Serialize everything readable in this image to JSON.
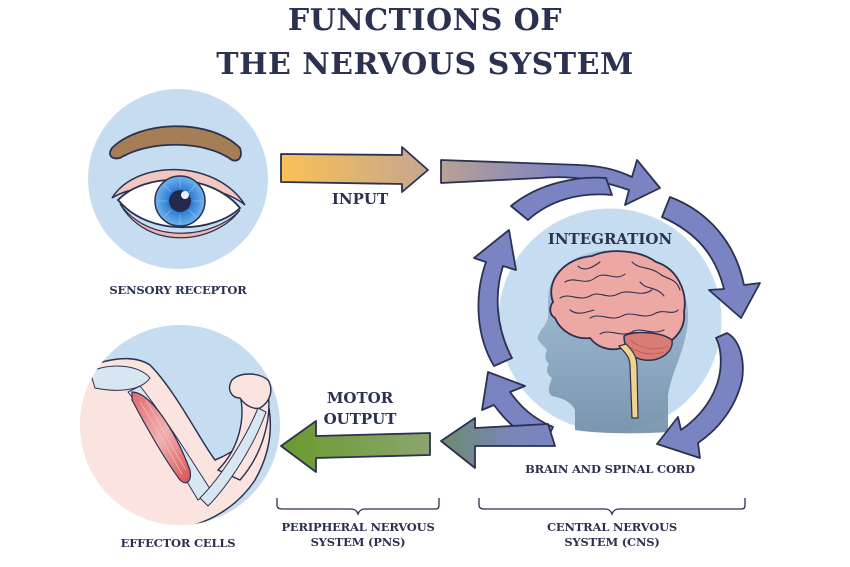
{
  "title": {
    "line1": "FUNCTIONS OF",
    "line2": "THE NERVOUS SYSTEM"
  },
  "nodes": {
    "sensory_receptor": "SENSORY RECEPTOR",
    "effector_cells": "EFFECTOR CELLS",
    "integration": "INTEGRATION",
    "brain_spinal_cord": "BRAIN AND SPINAL CORD"
  },
  "arrows": {
    "input": "INPUT",
    "motor_output_line1": "MOTOR",
    "motor_output_line2": "OUTPUT"
  },
  "brackets": {
    "pns_line1": "PERIPHERAL NERVOUS",
    "pns_line2": "SYSTEM (PNS)",
    "cns_line1": "CENTRAL NERVOUS",
    "cns_line2": "SYSTEM (CNS)"
  },
  "icons": {
    "eye": "eye-icon",
    "brain": "brain-icon",
    "arm": "flexed-arm-icon"
  },
  "colors": {
    "text": "#2b3150",
    "circle_bg": "#c6dcf0",
    "cycle_arrow": "#7b84c2",
    "input_start": "#f8c256",
    "input_end": "#c7a890",
    "output_green": "#6e9b3a",
    "output_grey": "#6a8a7c",
    "brain_pink": "#e9a3a0",
    "outline": "#2b3150"
  }
}
